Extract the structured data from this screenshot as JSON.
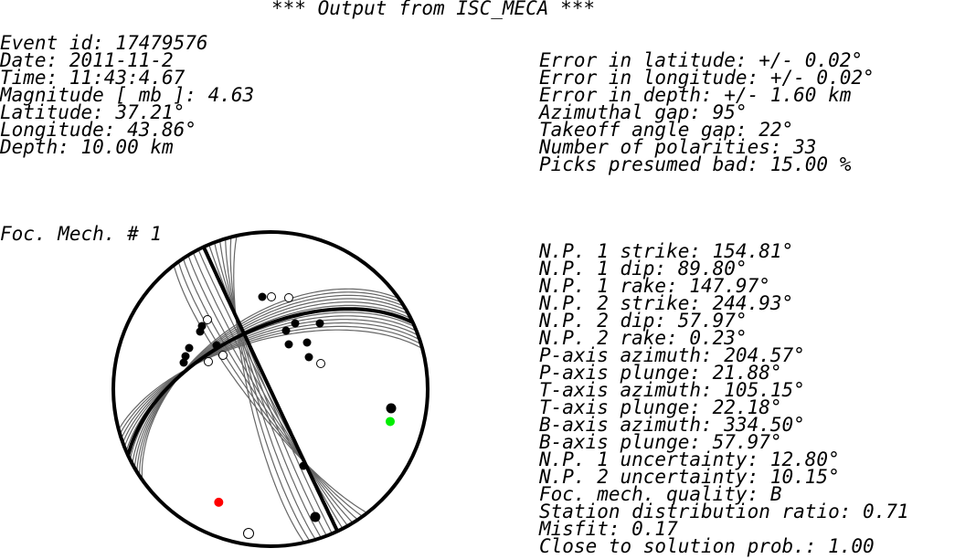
{
  "title": "*** Output from ISC_MECA ***",
  "event_info": [
    "Event id: 17479576",
    "Date: 2011-11-2",
    "Time: 11:43:4.67",
    "Magnitude [ mb ]: 4.63",
    "Latitude: 37.21°",
    "Longitude: 43.86°",
    "Depth: 10.00 km"
  ],
  "quality_info": [
    "Error in latitude: +/- 0.02°",
    "Error in longitude: +/- 0.02°",
    "Error in depth: +/- 1.60 km",
    "Azimuthal gap: 95°",
    "Takeoff angle gap: 22°",
    "Number of polarities: 33",
    "Picks presumed bad: 15.00 %"
  ],
  "mech_label": "Foc. Mech. # 1",
  "mech_params": [
    "N.P. 1 strike: 154.81°",
    "N.P. 1 dip: 89.80°",
    "N.P. 1 rake: 147.97°",
    "N.P. 2 strike: 244.93°",
    "N.P. 2 dip: 57.97°",
    "N.P. 2 rake: 0.23°",
    "P-axis azimuth: 204.57°",
    "P-axis plunge: 21.88°",
    "T-axis azimuth: 105.15°",
    "T-axis plunge: 22.18°",
    "B-axis azimuth: 334.50°",
    "B-axis plunge: 57.97°",
    "N.P. 1 uncertainty: 12.80°",
    "N.P. 2 uncertainty: 10.15°",
    "Foc. mech. quality: B",
    "Station distribution ratio: 0.71",
    "Misfit: 0.17",
    "Close to solution prob.: 1.00"
  ],
  "colors": {
    "text": "#000000",
    "alt_planes": "#666666",
    "compression": "#000000",
    "dilatation": "#ffffff",
    "p_axis": "#ff0000",
    "t_axis": "#00ee00"
  }
}
